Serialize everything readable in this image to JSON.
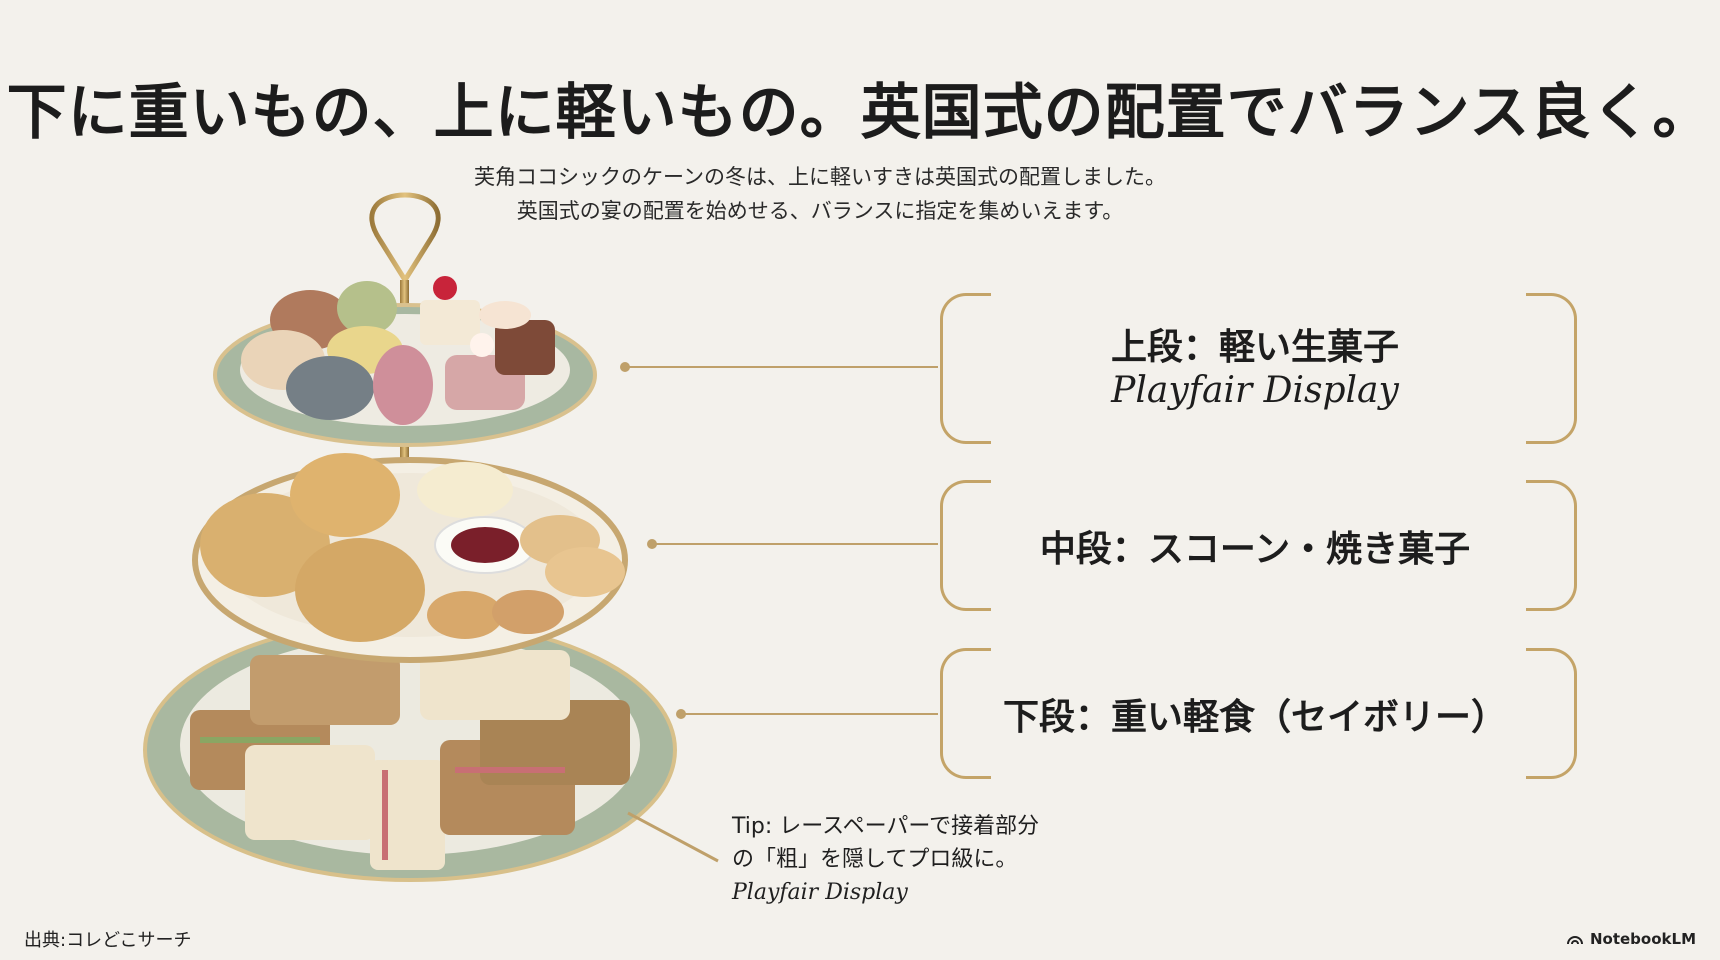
{
  "title": "下に重いもの、上に軽いもの。英国式の配置でバランス良く。",
  "subtitle": {
    "line1": "芙角ココシックのケーンの冬は、上に軽いすきは英国式の配置しました。",
    "line2": "英国式の宴の配置を始めせる、バランスに指定を集めいえます。"
  },
  "tiers": {
    "top": {
      "label": "上段：軽い生菓子",
      "font": "Playfair Display"
    },
    "middle": {
      "label": "中段：スコーン・焼き菓子"
    },
    "bottom": {
      "label": "下段：重い軽食（セイボリー）"
    }
  },
  "tip": {
    "line1": "Tip: レースペーパーで接着部分",
    "line2": "の「粗」を隠してプロ級に。",
    "font": "Playfair Display"
  },
  "source": "出典:コレどこサーチ",
  "brand": "NotebookLM",
  "colors": {
    "accent": "#bfa06a",
    "background": "#f3f1ec"
  }
}
